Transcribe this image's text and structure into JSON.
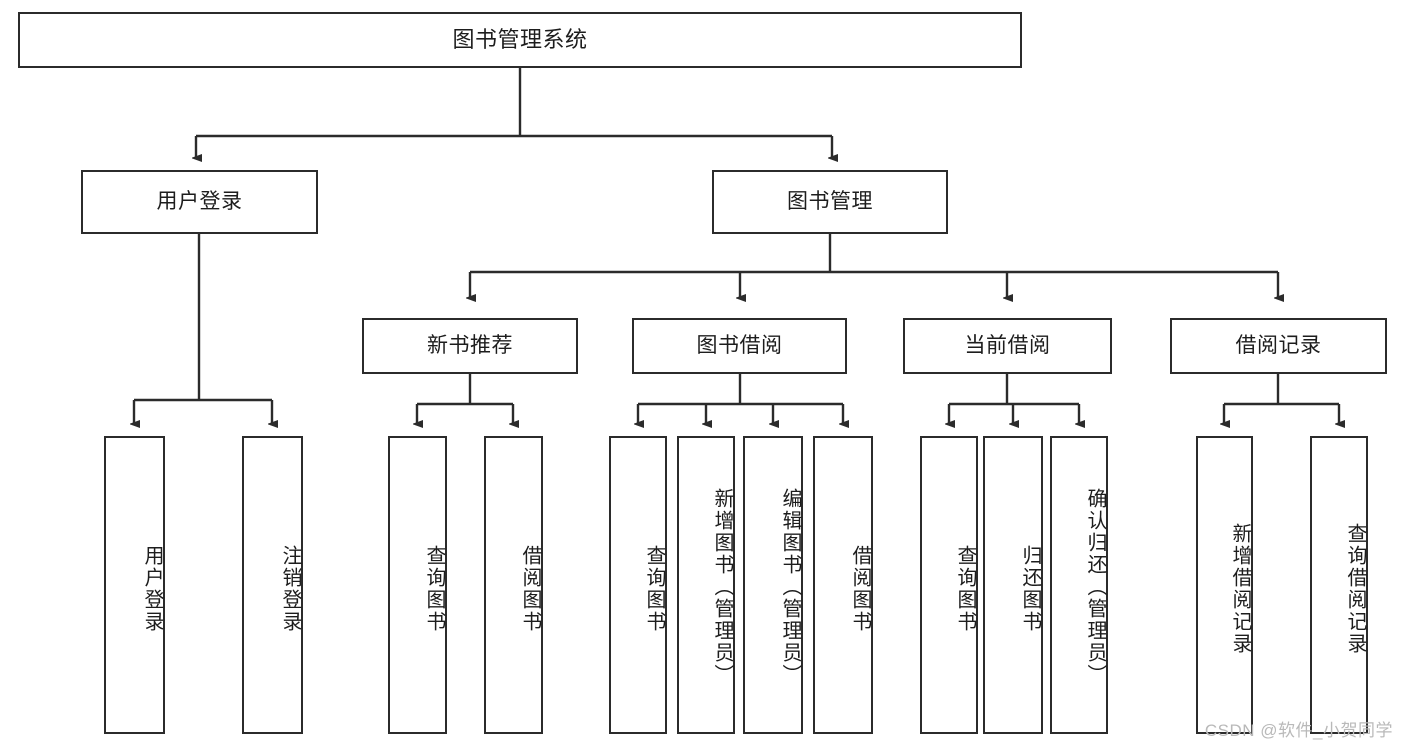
{
  "diagram": {
    "type": "tree-hierarchy",
    "title": "图书管理系统",
    "watermark": "CSDN @软件_小贺同学",
    "colors": {
      "stroke": "#2b2b2b",
      "fill": "#ffffff",
      "text": "#1d1d1d",
      "watermark": "#b9b9b9"
    },
    "levels": {
      "root": {
        "label": "图书管理系统"
      },
      "level2": [
        {
          "label": "用户登录"
        },
        {
          "label": "图书管理"
        }
      ],
      "level3": [
        {
          "label": "新书推荐"
        },
        {
          "label": "图书借阅"
        },
        {
          "label": "当前借阅"
        },
        {
          "label": "借阅记录"
        }
      ],
      "leaves": [
        {
          "label": "用户登录",
          "parent": "用户登录"
        },
        {
          "label": "注销登录",
          "parent": "用户登录"
        },
        {
          "label": "查询图书",
          "parent": "新书推荐"
        },
        {
          "label": "借阅图书",
          "parent": "新书推荐"
        },
        {
          "label": "查询图书",
          "parent": "图书借阅"
        },
        {
          "label": "新增图书（管理员）",
          "parent": "图书借阅"
        },
        {
          "label": "编辑图书（管理员）",
          "parent": "图书借阅"
        },
        {
          "label": "借阅图书",
          "parent": "图书借阅"
        },
        {
          "label": "查询图书",
          "parent": "当前借阅"
        },
        {
          "label": "归还图书",
          "parent": "当前借阅"
        },
        {
          "label": "确认归还（管理员）",
          "parent": "当前借阅"
        },
        {
          "label": "新增借阅记录",
          "parent": "借阅记录"
        },
        {
          "label": "查询借阅记录",
          "parent": "借阅记录"
        }
      ]
    }
  }
}
